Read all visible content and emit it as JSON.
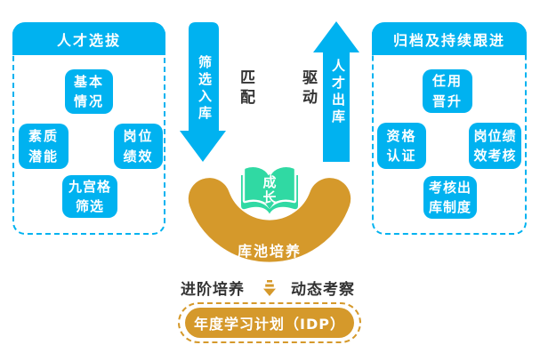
{
  "colors": {
    "cyan": "#00b2f0",
    "green": "#30d9a3",
    "gold": "#d5992b",
    "dark": "#333333"
  },
  "left_panel": {
    "title": "人才选拔",
    "items": [
      {
        "text": "基本\n情况"
      },
      {
        "text": "素质\n潜能"
      },
      {
        "text": "岗位\n绩效"
      },
      {
        "text": "九宫格\n筛选"
      }
    ]
  },
  "right_panel": {
    "title": "归档及持续跟进",
    "items": [
      {
        "text": "任用\n晋升"
      },
      {
        "text": "资格\n认证"
      },
      {
        "text": "岗位绩\n效考核"
      },
      {
        "text": "考核出\n库制度"
      }
    ]
  },
  "flow": {
    "down_arrow": "筛选入库",
    "up_arrow": "人才出库",
    "left_link": "匹配",
    "right_link": "驱动"
  },
  "center": {
    "book_text": "成\n长",
    "pool_text": "库池培养"
  },
  "bottom": {
    "stage_left": "进阶培养",
    "stage_right": "动态考察",
    "plan_pill": "年度学习计划（IDP）"
  }
}
